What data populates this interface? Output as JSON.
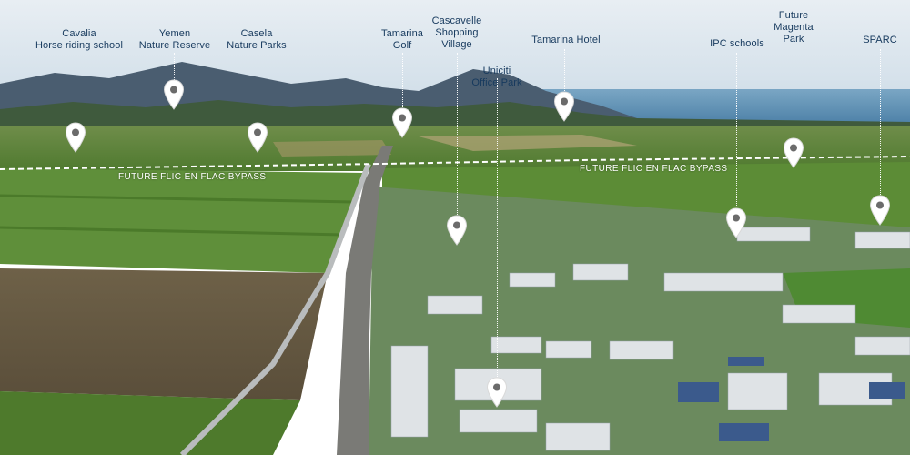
{
  "points_of_interest": [
    {
      "id": "cavalia",
      "label": "Cavalia\nHorse riding school",
      "icon": "map-pin-icon"
    },
    {
      "id": "yemen",
      "label": "Yemen\nNature Reserve",
      "icon": "map-pin-icon"
    },
    {
      "id": "casela",
      "label": "Casela\nNature Parks",
      "icon": "map-pin-icon"
    },
    {
      "id": "tamarina-golf",
      "label": "Tamarina\nGolf",
      "icon": "map-pin-icon"
    },
    {
      "id": "cascavelle",
      "label": "Cascavelle\nShopping\nVillage",
      "icon": "map-pin-icon"
    },
    {
      "id": "uniciti",
      "label": "Uniciti\nOffice Park",
      "icon": "map-pin-icon"
    },
    {
      "id": "tamarina-hotel",
      "label": "Tamarina Hotel",
      "icon": "map-pin-icon"
    },
    {
      "id": "ipc",
      "label": "IPC schools",
      "icon": "map-pin-icon"
    },
    {
      "id": "magenta",
      "label": "Future\nMagenta\nPark",
      "icon": "map-pin-icon"
    },
    {
      "id": "sparc",
      "label": "SPARC",
      "icon": "map-pin-icon"
    }
  ],
  "bypass_labels": {
    "left": "FUTURE FLIC EN FLAC BYPASS",
    "right": "FUTURE FLIC EN FLAC BYPASS"
  },
  "colors": {
    "label_text": "#173a5e",
    "pin_fill": "#ffffff",
    "pin_dot": "#6b6b6b",
    "sky": "#dfe9f1",
    "mountains": "#41566a",
    "field": "#5f8f3a",
    "sea": "#5d8fb3"
  }
}
